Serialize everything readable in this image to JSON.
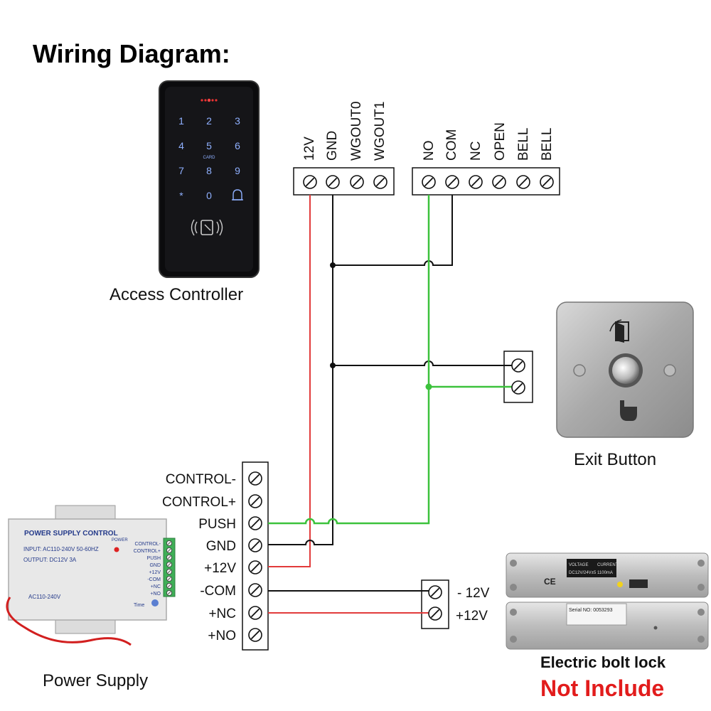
{
  "title": "Wiring Diagram:",
  "access_controller": {
    "label": "Access Controller",
    "keys": [
      "1",
      "2",
      "3",
      "4",
      "5",
      "6",
      "7",
      "8",
      "9",
      "*",
      "0"
    ],
    "card_text": "CARD"
  },
  "controller_terminals_left": [
    "12V",
    "GND",
    "WGOUT0",
    "WGOUT1"
  ],
  "controller_terminals_right": [
    "NO",
    "COM",
    "NC",
    "OPEN",
    "BELL",
    "BELL"
  ],
  "exit_button": {
    "label": "Exit Button"
  },
  "psu_terminals": [
    "CONTROL-",
    "CONTROL+",
    "PUSH",
    "GND",
    "+12V",
    "-COM",
    "+NC",
    "+NO"
  ],
  "power_supply": {
    "label": "Power Supply",
    "panel_title": "POWER SUPPLY CONTROL",
    "input_text": "INPUT: AC110-240V 50-60HZ",
    "output_text": "OUTPUT: DC12V 3A",
    "power_text": "POWER",
    "ac_text": "AC110-240V",
    "time_text": "Time",
    "panel_terminals": [
      "CONTROL-",
      "CONTROL+",
      "PUSH",
      "GND",
      "+12V",
      "-COM",
      "+NC",
      "+NO"
    ]
  },
  "lock_terminals": [
    "- 12V",
    "+12V"
  ],
  "lock": {
    "label": "Electric bolt lock",
    "note": "Not Include",
    "serial_text": "Serial NO: 0053293",
    "voltage_text": "VOLTAGE",
    "current_text": "CURRENT",
    "voltage_value": "DC12V/24V±5",
    "current_value": "1100mA",
    "ce_mark": "CE"
  },
  "colors": {
    "wire_power": "#e23b3b",
    "wire_ground": "#111111",
    "wire_signal": "#3cc23c",
    "note": "#e21c1c"
  }
}
